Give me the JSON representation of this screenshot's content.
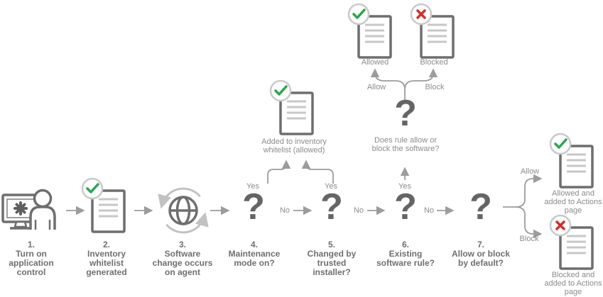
{
  "glyphs": {
    "question": "?"
  },
  "colors": {
    "green": "#2aa74c",
    "red": "#d92b26",
    "icon_dark_gray": "#6e6e6e",
    "connector_gray": "#9c9c9c",
    "light_gray": "#c7c7c7",
    "text_gray": "#8c8c8c"
  },
  "icons": {
    "step1": "user-at-computer",
    "step2": "document-with-green-check",
    "step3": "globe-with-sync-arrows",
    "decision": "question-mark",
    "allowed_doc": "document-with-green-check",
    "blocked_doc": "document-with-red-x"
  },
  "steps": [
    {
      "number": "1.",
      "label": "Turn on application control"
    },
    {
      "number": "2.",
      "label": "Inventory whitelist generated"
    },
    {
      "number": "3.",
      "label": "Software change occurs on agent"
    },
    {
      "number": "4.",
      "label": "Maintenance mode on?"
    },
    {
      "number": "5.",
      "label": "Changed by trusted installer?"
    },
    {
      "number": "6.",
      "label": "Existing software rule?"
    },
    {
      "number": "7.",
      "label": "Allow or block by default?"
    }
  ],
  "branch_labels": {
    "yes": "Yes",
    "no": "No",
    "allow": "Allow",
    "block": "Block"
  },
  "outcomes": {
    "whitelist": "Added to inventory whitelist (allowed)",
    "rule_question": "Does rule allow or block the software?",
    "allowed": "Allowed",
    "blocked": "Blocked",
    "allowed_actions": "Allowed and added to Actions page",
    "blocked_actions": "Blocked and added to Actions page"
  }
}
